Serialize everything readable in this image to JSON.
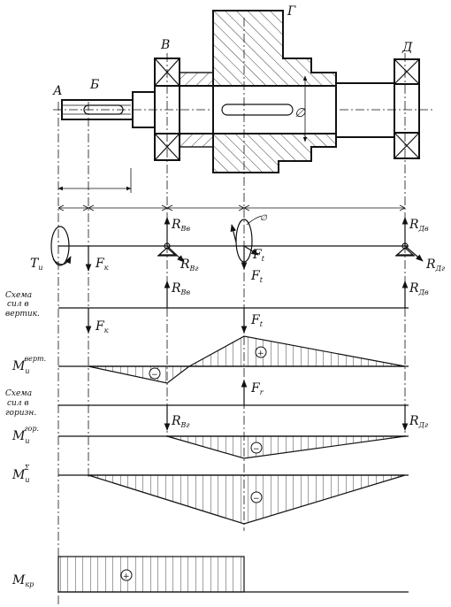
{
  "sections": {
    "a": "А",
    "b": "Б",
    "v": "В",
    "g": "Г",
    "d": "Д"
  },
  "forces": {
    "T_main": "T",
    "T_sub": "и",
    "Fk_main": "F",
    "Fk_sub": "к",
    "RBv_main": "R",
    "RBv_sub": "Вв",
    "RBg_main": "R",
    "RBg_sub": "Вг",
    "Ft_main": "F",
    "Ft_sub": "t",
    "Fr_main": "F",
    "Fr_sub": "r",
    "RDv_main": "R",
    "RDv_sub": "Дв",
    "RDg_main": "R",
    "RDg_sub": "Дг",
    "diameter": "∅"
  },
  "captions": {
    "vert_line1": "Схема",
    "vert_line2": "сил в",
    "vert_line3": "вертик.",
    "hor_line1": "Схема",
    "hor_line2": "сил в",
    "hor_line3": "горизн."
  },
  "moments": {
    "Mv_main": "M",
    "Mv_sub": "и",
    "Mv_sup": "верт.",
    "Mg_main": "M",
    "Mg_sub": "и",
    "Mg_sup": "гор.",
    "Ms_main": "M",
    "Ms_sub": "и",
    "Ms_sup": "Σ",
    "Mkr_main": "M",
    "Mkr_sub": "кр"
  },
  "signs": {
    "minus": "−",
    "plus": "+"
  }
}
